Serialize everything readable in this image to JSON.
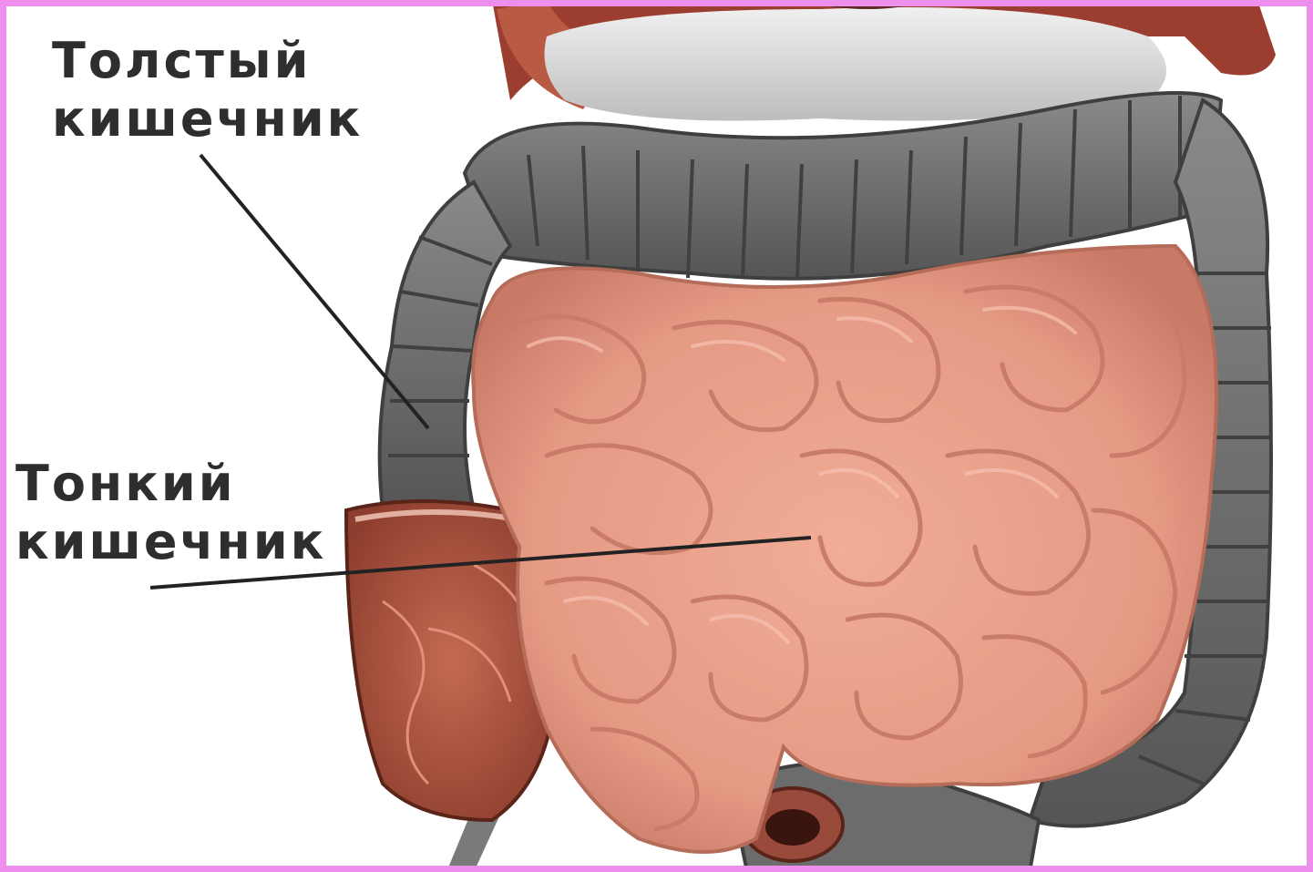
{
  "labels": {
    "large_intestine": {
      "line1": "Толстый",
      "line2": "кишечник"
    },
    "small_intestine": {
      "line1": "Тонкий",
      "line2": "кишечник"
    }
  },
  "colors": {
    "frame_border": "#ee8fee",
    "small_intestine": "#e8a08a",
    "large_intestine": "#6e6e6e",
    "cecum": "#b05a45",
    "liver_top": "#9b3d2f"
  }
}
